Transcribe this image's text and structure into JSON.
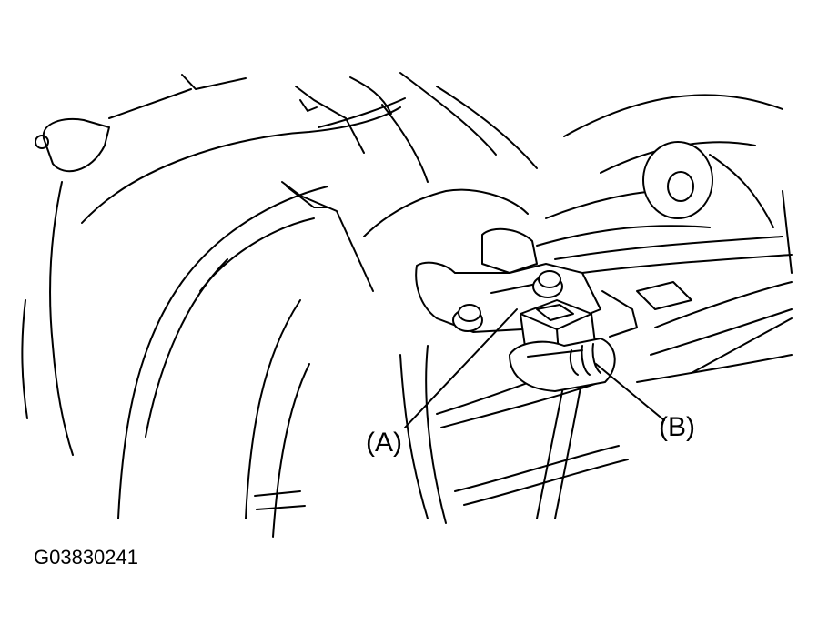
{
  "callouts": {
    "a": "(A)",
    "b": "(B)"
  },
  "figure_code": "G03830241"
}
